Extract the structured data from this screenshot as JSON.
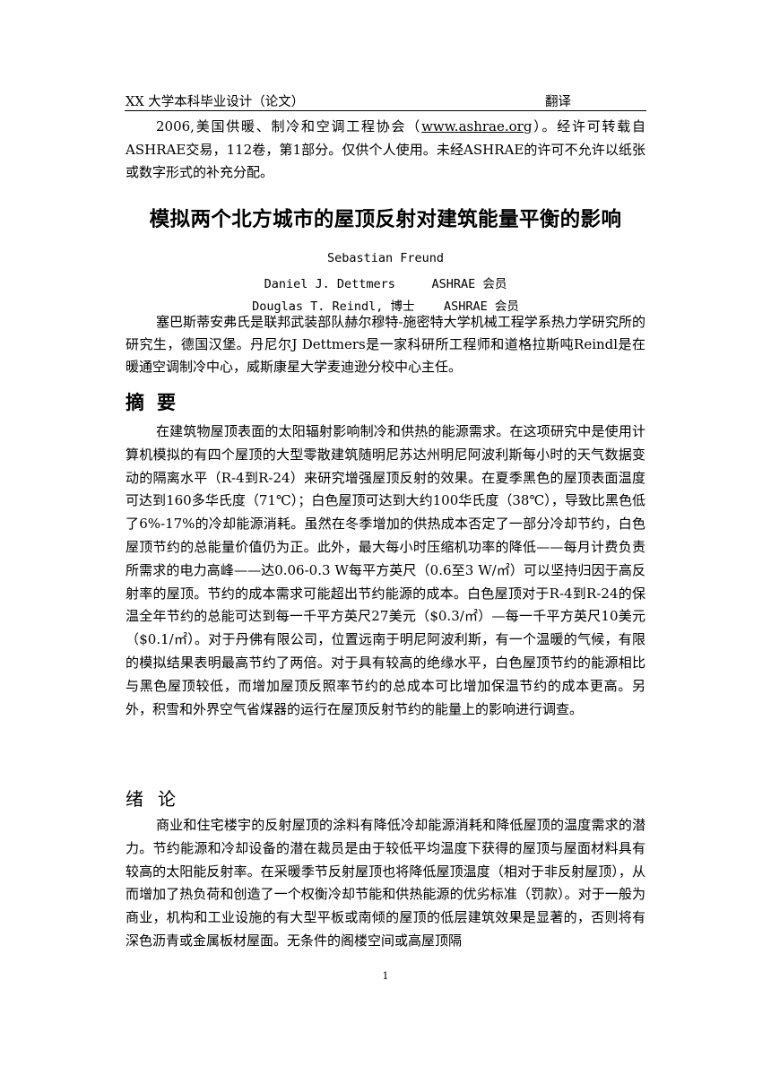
{
  "header": {
    "left": "XX 大学本科毕业设计（论文）",
    "right": "翻译"
  },
  "copyright": {
    "pre": "2006,美国供暖、制冷和空调工程协会（",
    "link": "www.ashrae.org",
    "post": "）。经许可转载自ASHRAE交易，112卷，第1部分。仅供个人使用。未经ASHRAE的许可不允许以纸张或数字形式的补充分配。"
  },
  "title": "模拟两个北方城市的屋顶反射对建筑能量平衡的影响",
  "authors": [
    "Sebastian Freund",
    "Daniel J. Dettmers     ASHRAE 会员",
    "Douglas T. Reindl, 博士    ASHRAE 会员"
  ],
  "affiliation": "塞巴斯蒂安弗氏是联邦武装部队赫尔穆特-施密特大学机械工程学系热力学研究所的研究生，德国汉堡。丹尼尔J Dettmers是一家科研所工程师和道格拉斯吨Reindl是在暖通空调制冷中心，威斯康星大学麦迪逊分校中心主任。",
  "abstract_heading": "摘要",
  "abstract": "在建筑物屋顶表面的太阳辐射影响制冷和供热的能源需求。在这项研究中是使用计算机模拟的有四个屋顶的大型零散建筑随明尼苏达州明尼阿波利斯每小时的天气数据变动的隔离水平（R-4到R-24）来研究增强屋顶反射的效果。在夏季黑色的屋顶表面温度可达到160多华氏度（71℃）；白色屋顶可达到大约100华氏度（38℃），导致比黑色低了6%-17%的冷却能源消耗。虽然在冬季增加的供热成本否定了一部分冷却节约，白色屋顶节约的总能量价值仍为正。此外，最大每小时压缩机功率的降低——每月计费负责所需求的电力高峰——达0.06-0.3 W每平方英尺（0.6至3 W/㎡）可以坚持归因于高反射率的屋顶。节约的成本需求可能超出节约能源的成本。白色屋顶对于R-4到R-24的保温全年节约的总能可达到每一千平方英尺27美元（$0.3/㎡）—每一千平方英尺10美元（$0.1/㎡）。对于丹佛有限公司，位置远南于明尼阿波利斯，有一个温暖的气候，有限的模拟结果表明最高节约了两倍。对于具有较高的绝缘水平，白色屋顶节约的能源相比与黑色屋顶较低，而增加屋顶反照率节约的总成本可比增加保温节约的成本更高。另外，积雪和外界空气省煤器的运行在屋顶反射节约的能量上的影响进行调查。",
  "intro_heading": "绪论",
  "intro": "商业和住宅楼宇的反射屋顶的涂料有降低冷却能源消耗和降低屋顶的温度需求的潜力。节约能源和冷却设备的潜在裁员是由于较低平均温度下获得的屋顶与屋面材料具有较高的太阳能反射率。在采暖季节反射屋顶也将降低屋顶温度（相对于非反射屋顶），从而增加了热负荷和创造了一个权衡冷却节能和供热能源的优劣标准（罚款）。对于一般为商业，机构和工业设施的有大型平板或南倾的屋顶的低层建筑效果是显著的，否则将有深色沥青或金属板材屋面。无条件的阁楼空间或高屋顶隔",
  "page_number": "1"
}
